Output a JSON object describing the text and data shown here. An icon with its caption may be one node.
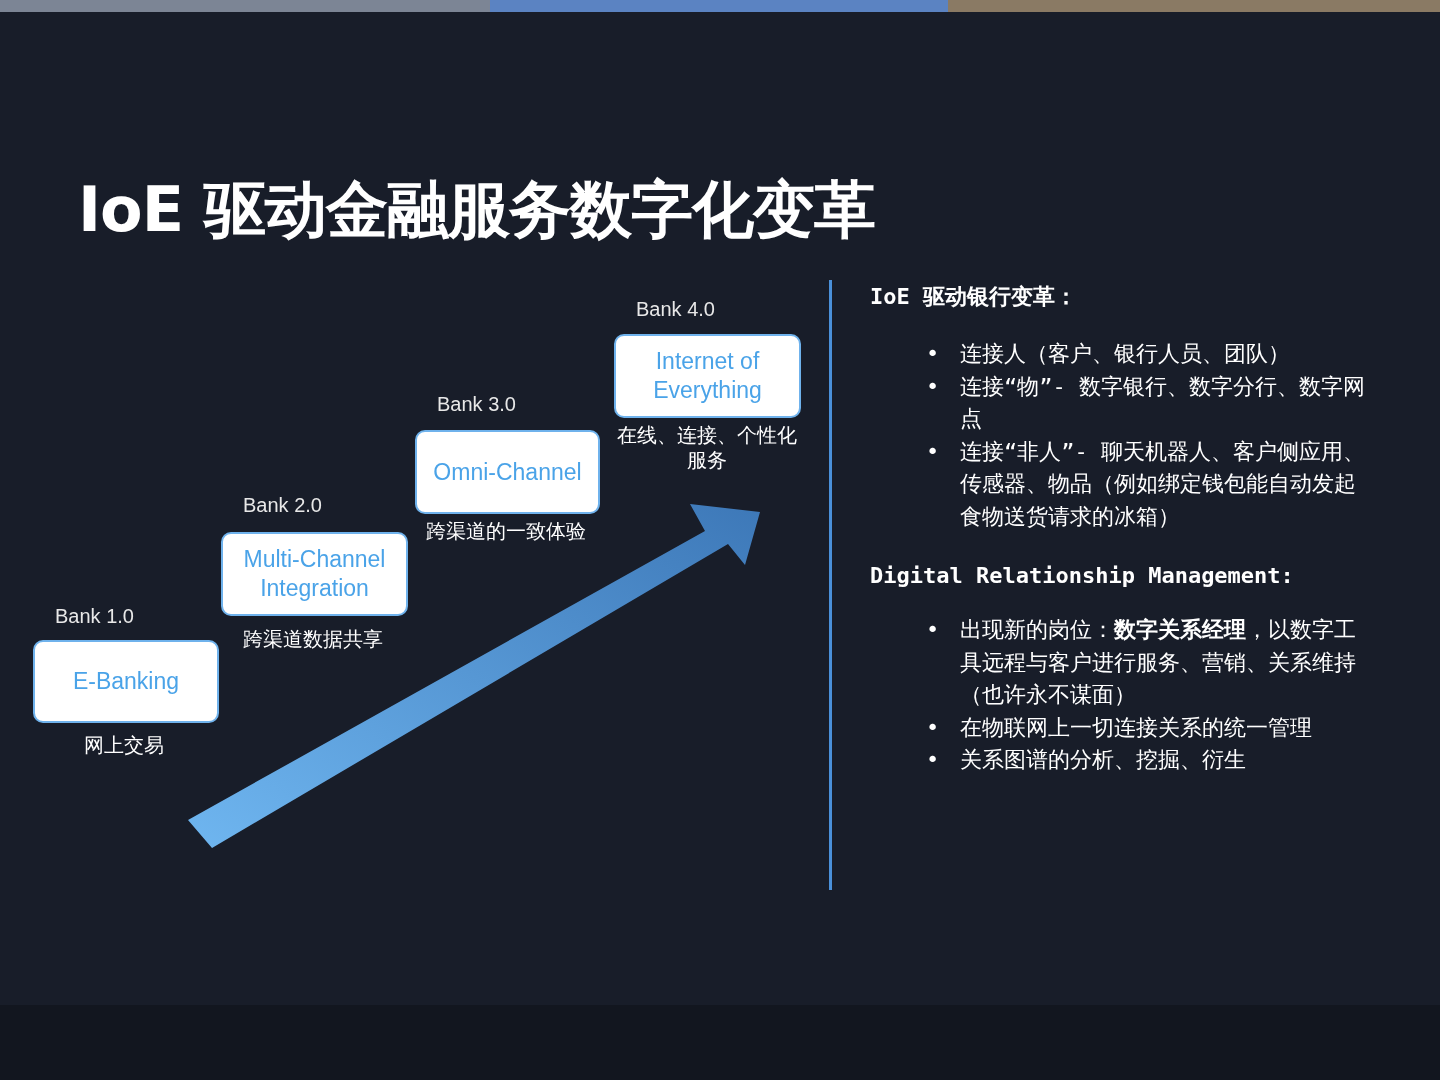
{
  "diagram": {
    "title": "IoE 驱动金融服务数字化变革",
    "nodes": [
      {
        "text": [
          "E-Banking"
        ],
        "beside": [
          "Bank 1.0",
          "网上交易"
        ]
      },
      {
        "text": [
          "Multi-Channel Integration"
        ],
        "beside": [
          "Bank 2.0",
          "跨渠道数据共享"
        ]
      },
      {
        "text": [
          "Omni-Channel"
        ],
        "beside": [
          "Bank 3.0",
          "跨渠道的一致体验"
        ]
      },
      {
        "text": [
          "Internet of Everything"
        ],
        "beside": [
          "Bank 4.0",
          "在线、连接、个性化服务"
        ]
      }
    ],
    "labels": [
      "IoE 驱动银行变革：",
      "•",
      "连接人（客户、银行人员、团队）",
      "•",
      "连接“物”- 数字银行、数字分行、数字网点",
      "•",
      "连接“非人”- 聊天机器人、客户侧应用、传感器、物品（例如绑定钱包能自动发起食物送货请求的冰箱）",
      "Digital Relationship Management:",
      "•",
      "出现新的岗位：**数字关系经理**，以数字工具远程与客户进行服务、营销、关系维持（也许永不谋面）",
      "•",
      "在物联网上一切连接关系的统一管理",
      "•",
      "关系图谱的分析、挖掘、衍生"
    ]
  }
}
